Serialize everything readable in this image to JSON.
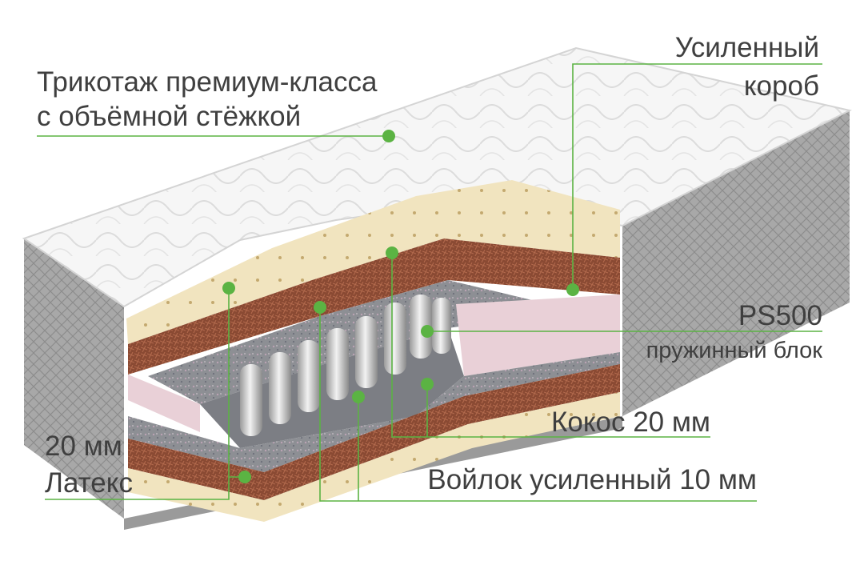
{
  "labels": {
    "knit_line1": "Трикотаж премиум-класса",
    "knit_line2": "с объёмной стёжкой",
    "box_line1": "Усиленный",
    "box_line2": "короб",
    "spring_title": "PS500",
    "spring_sub": "пружинный блок",
    "coconut": "Кокос 20 мм",
    "latex_line1": "20 мм",
    "latex_line2": "Латекс",
    "felt": "Войлок усиленный 10 мм"
  },
  "colors": {
    "accent_green": "#5bb343",
    "text": "#3f3f3f",
    "latex": "#f1e4bf",
    "coconut": "#8a4a33",
    "felt": "#8d8f94",
    "foam_box": "#e9d0d7",
    "quilt": "#f6f6f6",
    "side_fabric": "#a6a6a6"
  }
}
